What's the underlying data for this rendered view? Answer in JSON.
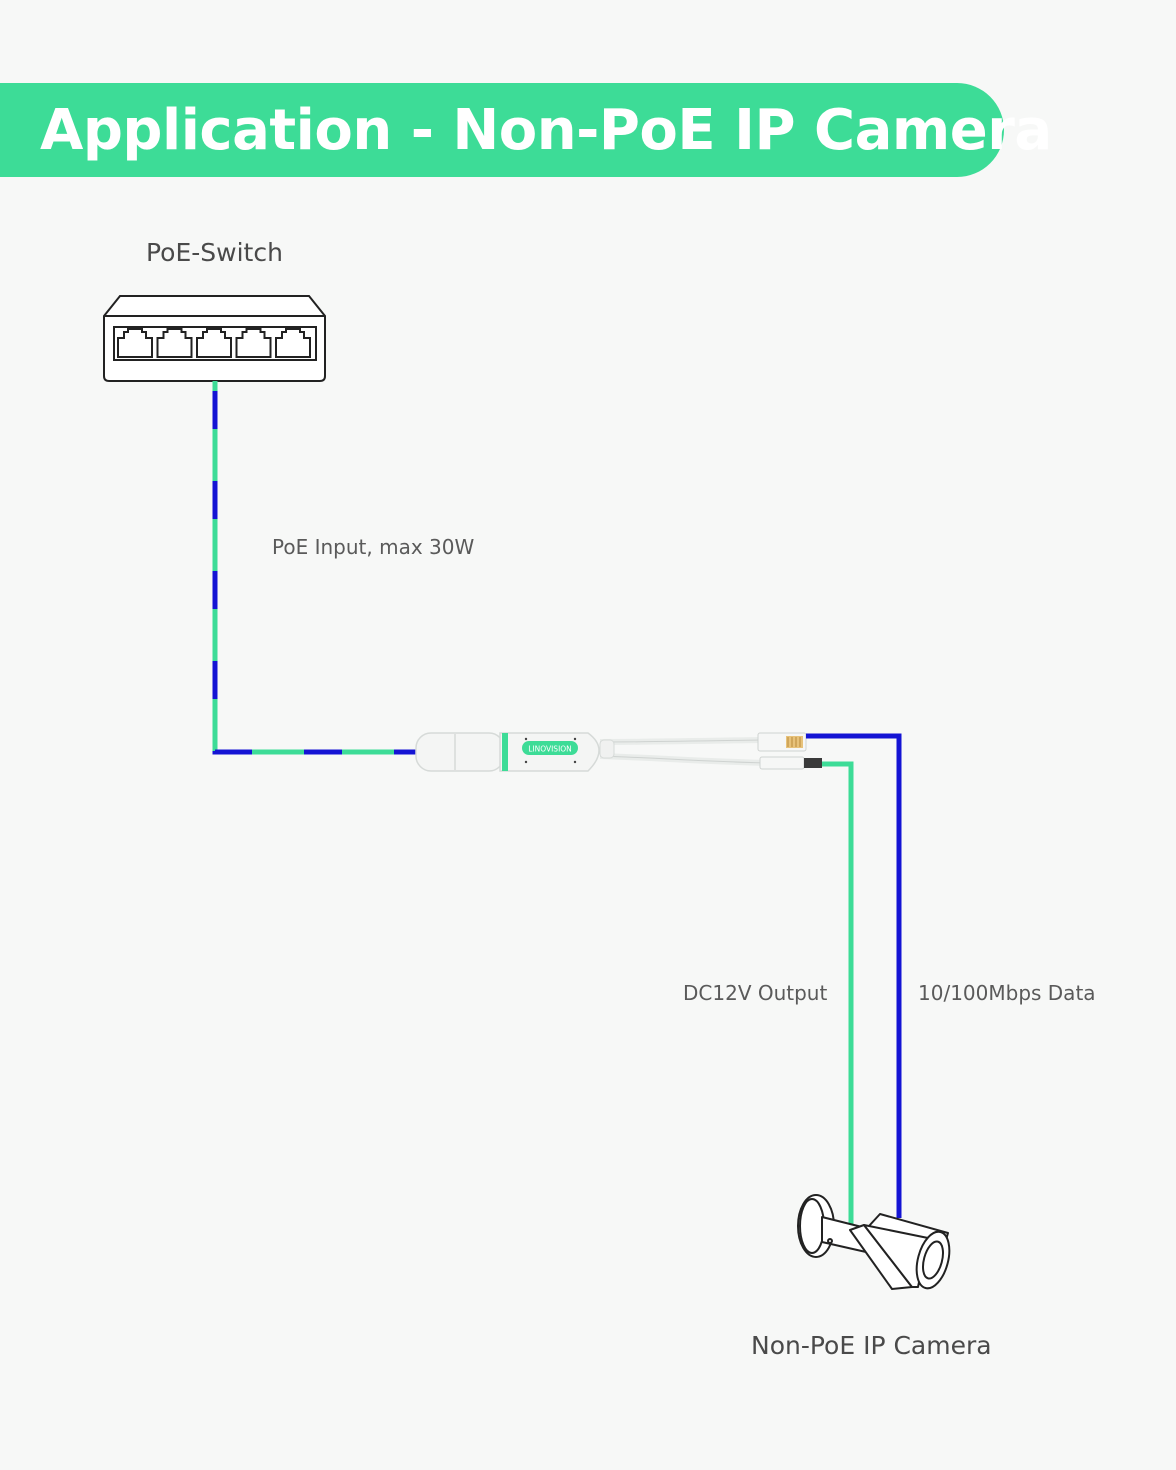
{
  "banner": {
    "title": "Application - Non-PoE IP Camera"
  },
  "labels": {
    "switch": "PoE-Switch",
    "poe_input": "PoE Input, max 30W",
    "dc_output": "DC12V Output",
    "data": "10/100Mbps Data",
    "camera": "Non-PoE IP Camera"
  },
  "splitter": {
    "brand": "LINOVISION"
  },
  "icons": {
    "switch": "network-switch-icon",
    "splitter": "poe-splitter-icon",
    "camera": "bullet-camera-icon"
  },
  "colors": {
    "accent": "#3ddc97",
    "data_blue": "#1414d4",
    "line_art": "#222222"
  }
}
